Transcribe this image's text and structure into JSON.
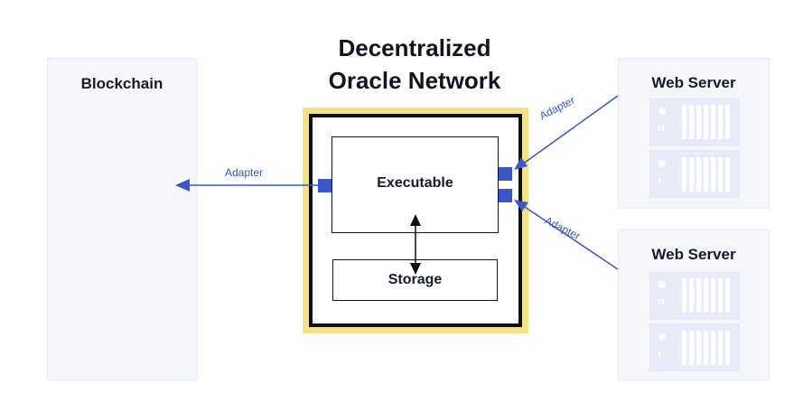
{
  "title": {
    "line1": "Decentralized",
    "line2": "Oracle Network"
  },
  "blockchain": {
    "label": "Blockchain"
  },
  "web_servers": [
    {
      "label": "Web Server"
    },
    {
      "label": "Web Server"
    }
  ],
  "oracle": {
    "executable_label": "Executable",
    "storage_label": "Storage"
  },
  "adapters": {
    "to_blockchain": "Adapter",
    "from_server_1": "Adapter",
    "from_server_2": "Adapter"
  },
  "colors": {
    "accent_blue": "#3a56c8",
    "oracle_border": "#f3e289",
    "panel_bg": "#f5f7fc",
    "server_fill": "#e8ecf8"
  },
  "icons": {
    "server": "server-rack-icon"
  }
}
